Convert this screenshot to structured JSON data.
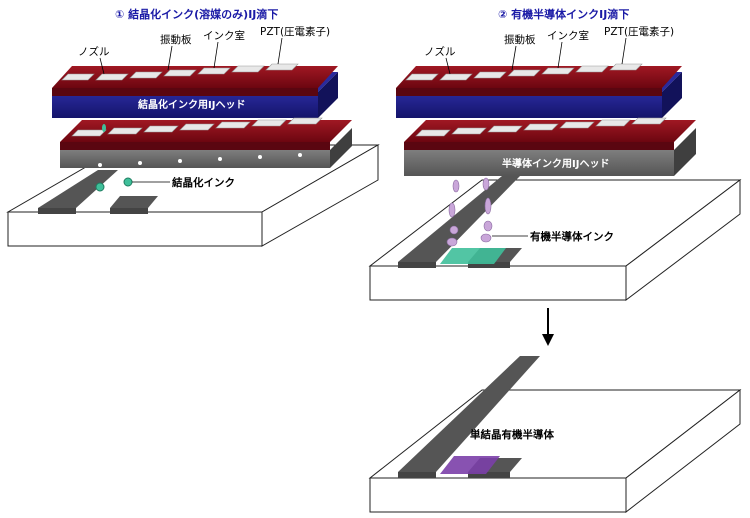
{
  "left": {
    "title": "① 結晶化インク(溶媒のみ)IJ滴下",
    "labels": {
      "nozzle": "ノズル",
      "vibration_plate": "振動板",
      "ink_chamber": "インク室",
      "pzt": "PZT(圧電素子)",
      "head": "結晶化インク用IJヘッド",
      "ink": "結晶化インク"
    }
  },
  "right": {
    "title": "② 有機半導体インクIJ滴下",
    "labels": {
      "nozzle": "ノズル",
      "vibration_plate": "振動板",
      "ink_chamber": "インク室",
      "pzt": "PZT(圧電素子)",
      "head": "半導体インク用IJヘッド",
      "ink": "有機半導体インク"
    }
  },
  "bottom": {
    "label": "単結晶有機半導体"
  },
  "colors": {
    "title_blue": "#1a1aa6",
    "pzt_red": "#8b0a14",
    "head_blue": "#1e1e8c",
    "head_gray": "#6e6e6e",
    "crystal_ink": "#3fbf9a",
    "semi_ink": "#c9a6d9",
    "single_crystal": "#7b3fa8"
  }
}
